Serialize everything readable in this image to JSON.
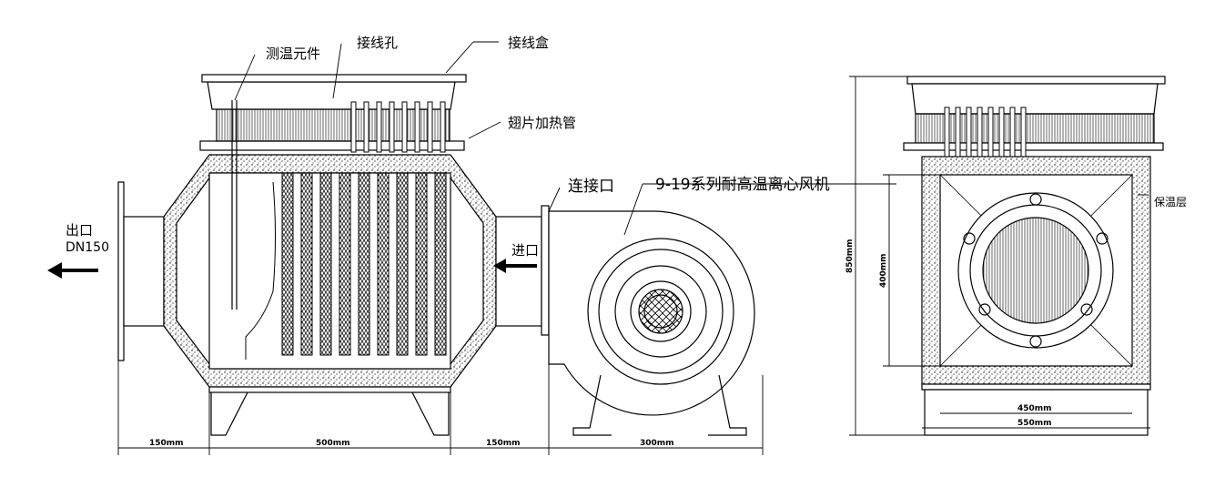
{
  "labels": {
    "temp_element": "测温元件",
    "wiring_hole": "接线孔",
    "junction_box": "接线盒",
    "finned_heater": "翅片加热管",
    "connection_port": "连接口",
    "blower": "9-19系列耐高温离心风机",
    "outlet": "出口",
    "outlet_size": "DN150",
    "inlet": "进口",
    "insulation": "保温层"
  },
  "dimensions": {
    "outlet_len": "150mm",
    "body_len": "500mm",
    "inlet_len": "150mm",
    "fan_len": "300mm",
    "height_total": "850mm",
    "height_inner": "400mm",
    "inner_width": "450mm",
    "outer_width": "550mm"
  }
}
